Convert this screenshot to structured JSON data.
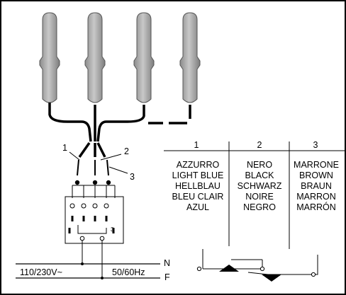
{
  "wire_markers": [
    "1",
    "2",
    "3"
  ],
  "table": {
    "columns": [
      {
        "number": "1",
        "names": [
          "AZZURRO",
          "LIGHT BLUE",
          "HELLBLAU",
          "BLEU CLAIR",
          "AZUL"
        ]
      },
      {
        "number": "2",
        "names": [
          "NERO",
          "BLACK",
          "SCHWARZ",
          "NOIRE",
          "NEGRO"
        ]
      },
      {
        "number": "3",
        "names": [
          "MARRONE",
          "BROWN",
          "BRAUN",
          "MARRON",
          "MARRÓN"
        ]
      }
    ]
  },
  "terminal_block_label": "3",
  "supply": {
    "voltage": "110/230V~",
    "frequency": "50/60Hz",
    "neutral": "N",
    "phase": "F"
  },
  "colors": {
    "line": "#000000",
    "element_fill": "#a9a9a9",
    "element_highlight": "#d4d4d4"
  }
}
